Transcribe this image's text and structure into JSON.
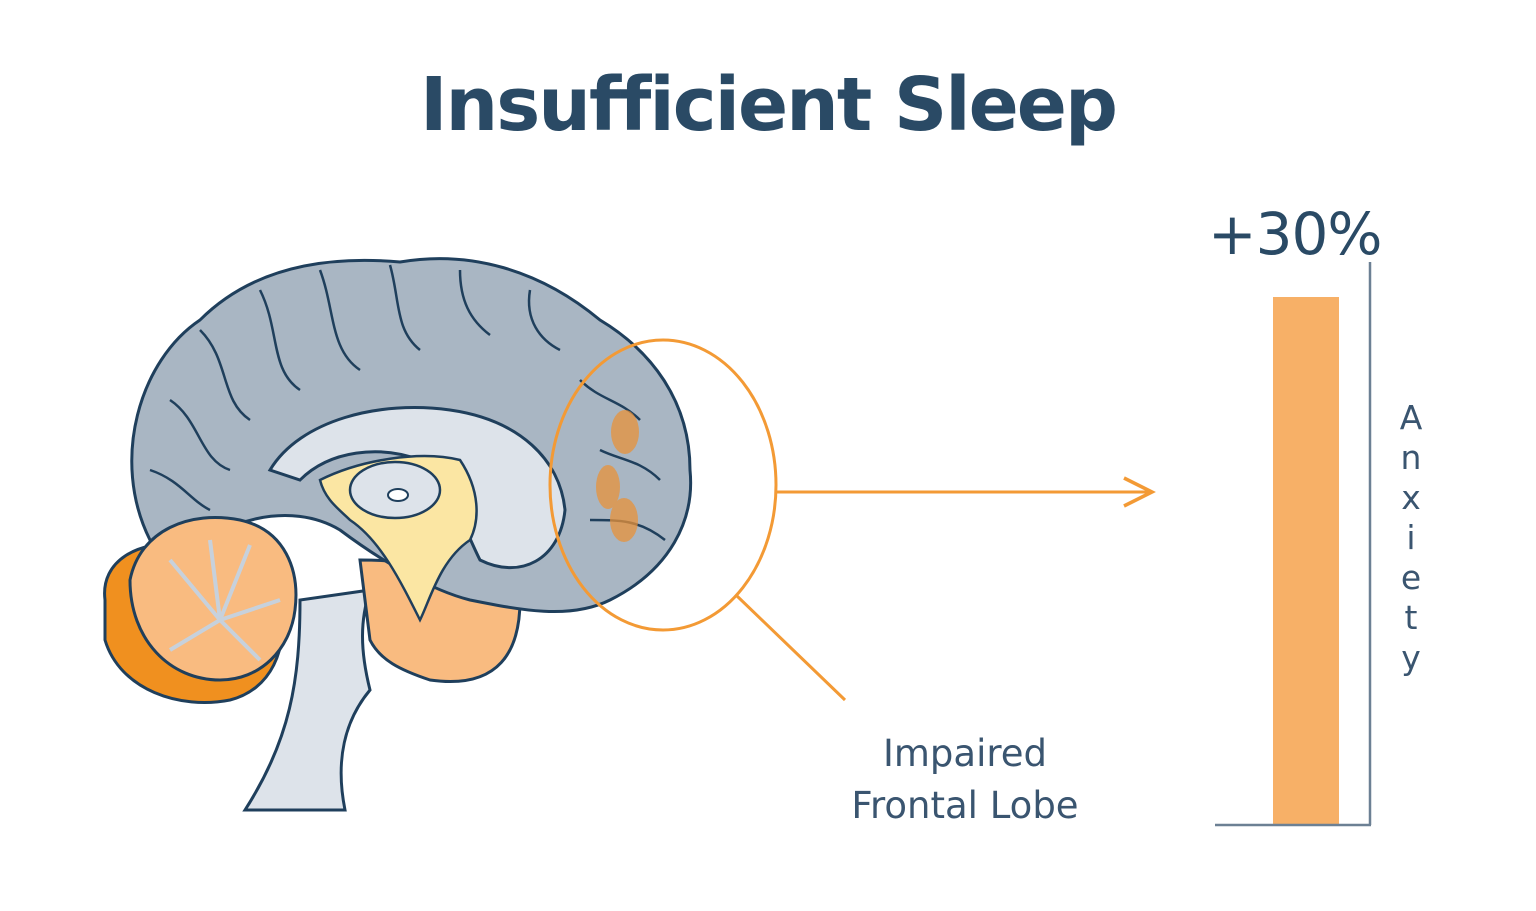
{
  "title": "Insufficient Sleep",
  "callout": {
    "label_line1": "Impaired",
    "label_line2": "Frontal Lobe",
    "highlight_color": "#f39a35"
  },
  "illustration": {
    "subject": "brain-sagittal-section",
    "highlighted_region": "frontal lobe",
    "colors": {
      "cortex": "#a9b6c3",
      "outline": "#1f3f5c",
      "inner": "#dde3ea",
      "yellow": "#fbe6a3",
      "cerebellum": "#f9bb80",
      "cerebellum_dark": "#f0901f"
    }
  },
  "bar": {
    "value_label": "+30%",
    "axis_label": "Anxiety",
    "axis_letters": [
      "A",
      "n",
      "x",
      "i",
      "e",
      "t",
      "y"
    ],
    "color": "#f7b067",
    "axis_color": "#6c8094"
  },
  "chart_data": {
    "type": "bar",
    "title": "Insufficient Sleep",
    "categories": [
      "Anxiety"
    ],
    "values": [
      30
    ],
    "value_labels": [
      "+30%"
    ],
    "ylabel": "Anxiety",
    "xlabel": "",
    "unit": "%",
    "annotation": "Impaired Frontal Lobe",
    "grid": false,
    "legend": "none"
  }
}
